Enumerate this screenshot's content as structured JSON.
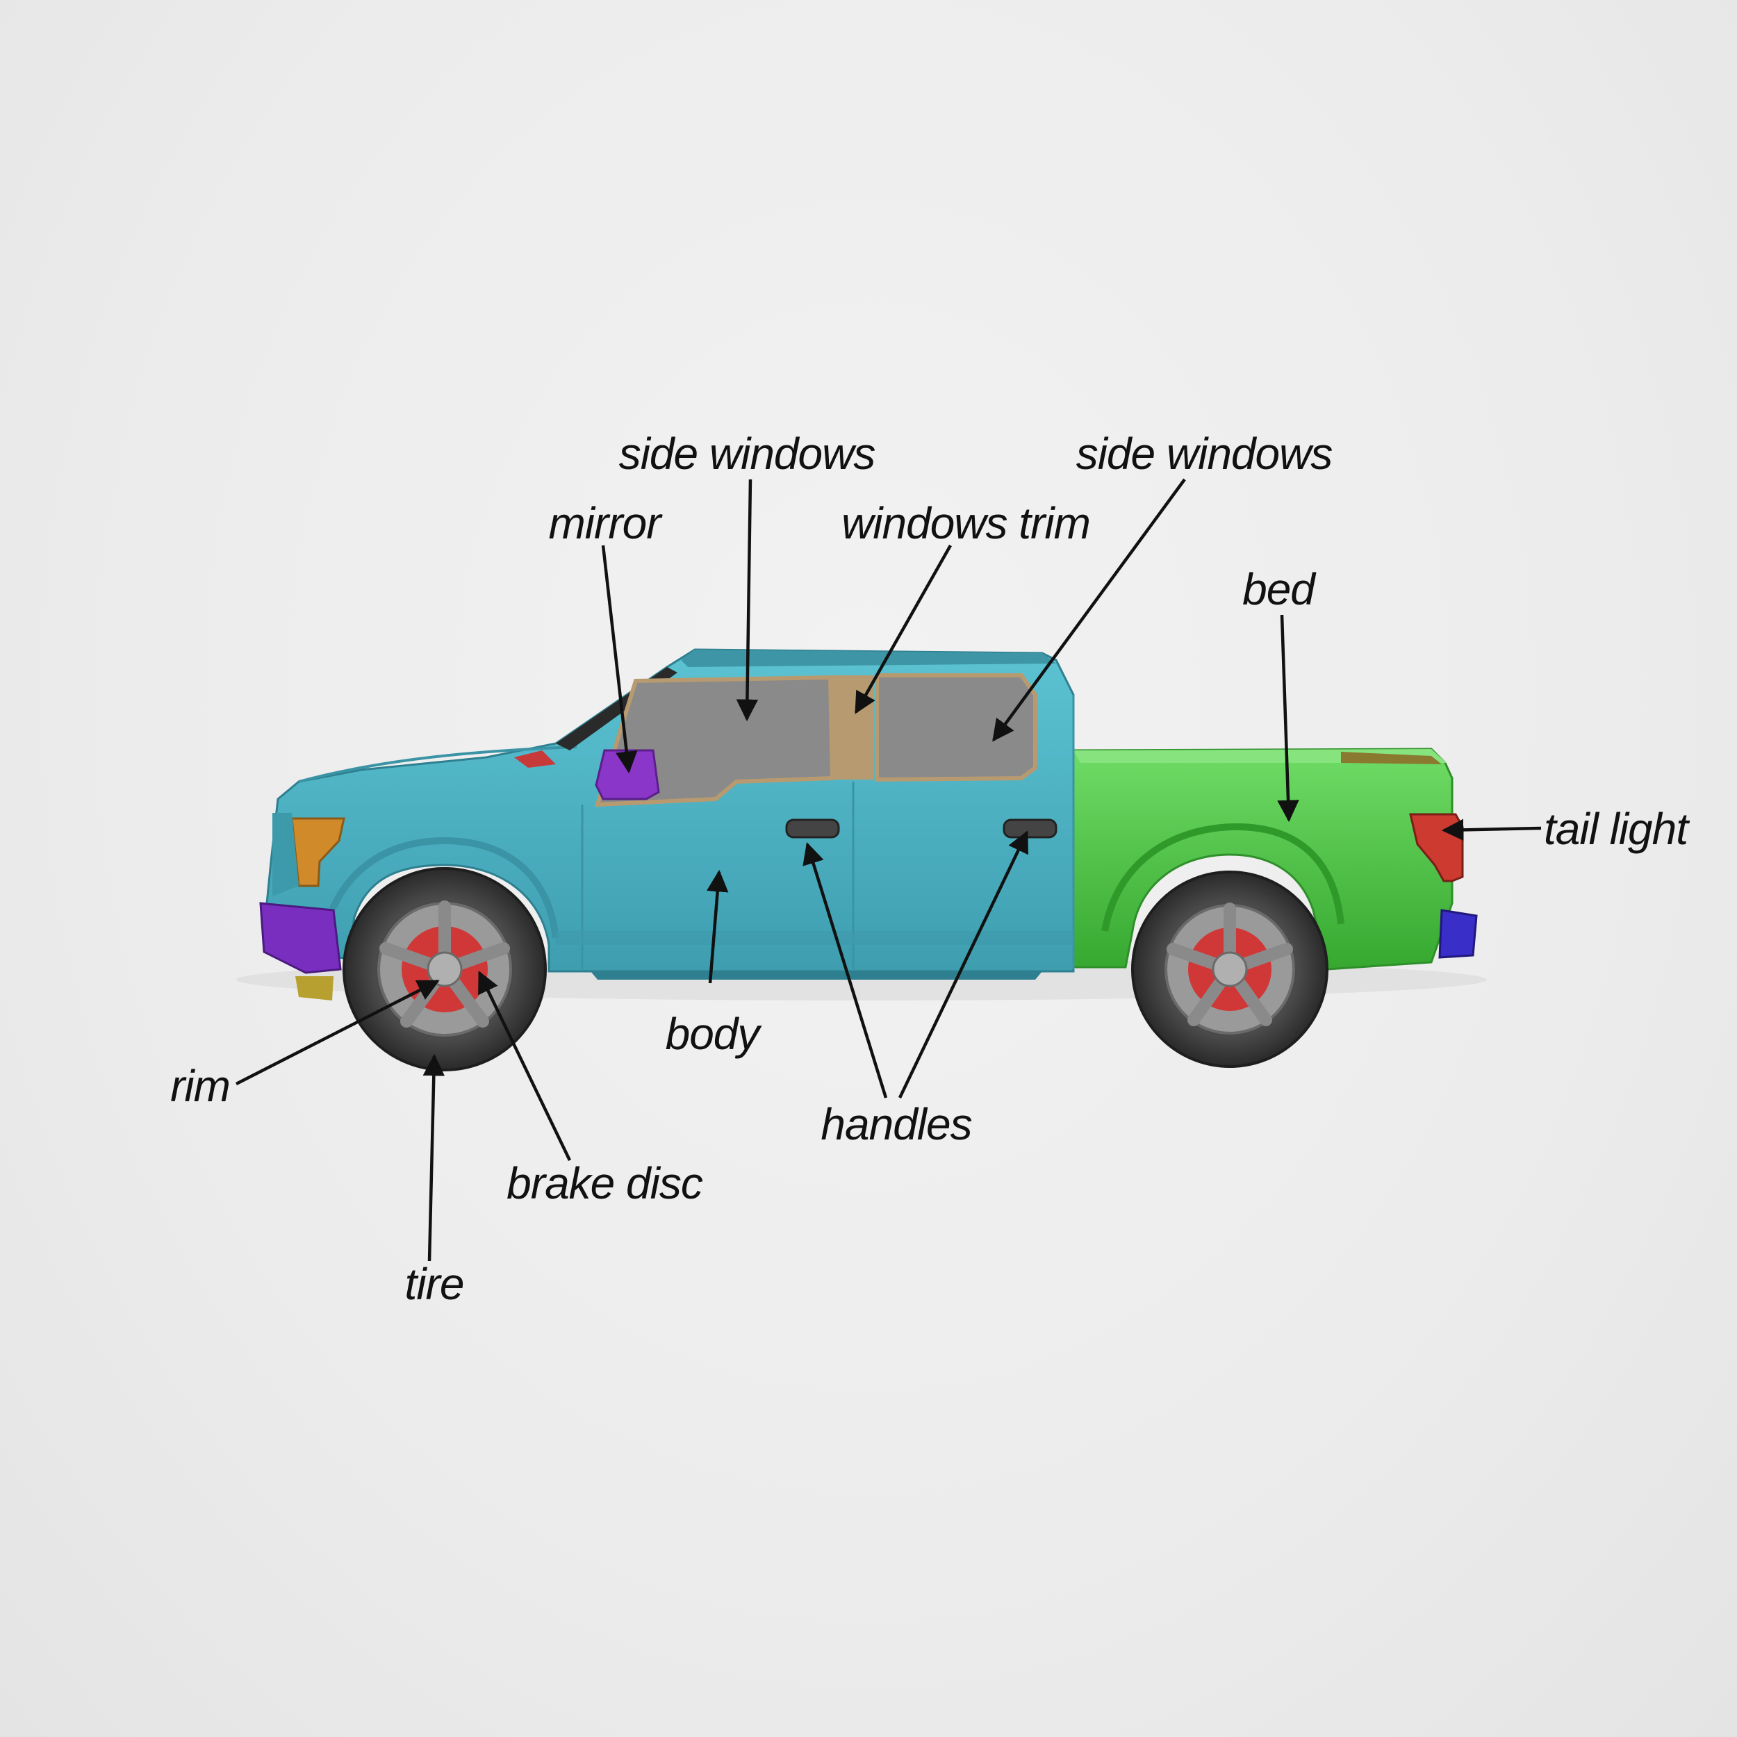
{
  "labels": {
    "side_windows_front": "side windows",
    "side_windows_rear": "side windows",
    "mirror": "mirror",
    "windows_trim": "windows trim",
    "bed": "bed",
    "tail_light": "tail light",
    "body": "body",
    "handles": "handles",
    "rim": "rim",
    "brake_disc": "brake disc",
    "tire": "tire"
  },
  "colors": {
    "cab": "#4db3c4",
    "bed": "#45c43e",
    "mirror": "#8a36c8",
    "front_bumper": "#7a2ec0",
    "rear_bumper": "#3a2ec8",
    "headlight": "#d08a2a",
    "tail_light": "#cc3a30",
    "window": "#8a8a8a",
    "trim": "#b89a70",
    "tire": "#3a3a3a",
    "rim": "#8a8a8a",
    "brake_disc": "#d03838",
    "arrow": "#111111"
  }
}
